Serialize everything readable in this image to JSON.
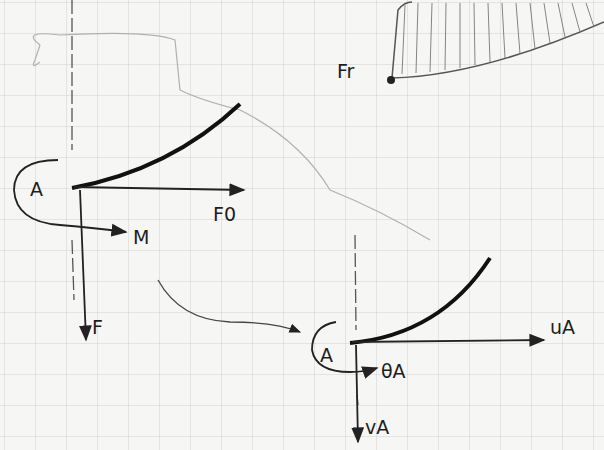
{
  "diagram": {
    "labels": [
      "Fr",
      "A",
      "F0",
      "M",
      "F",
      "A",
      "uA",
      "θA",
      "vA"
    ]
  }
}
